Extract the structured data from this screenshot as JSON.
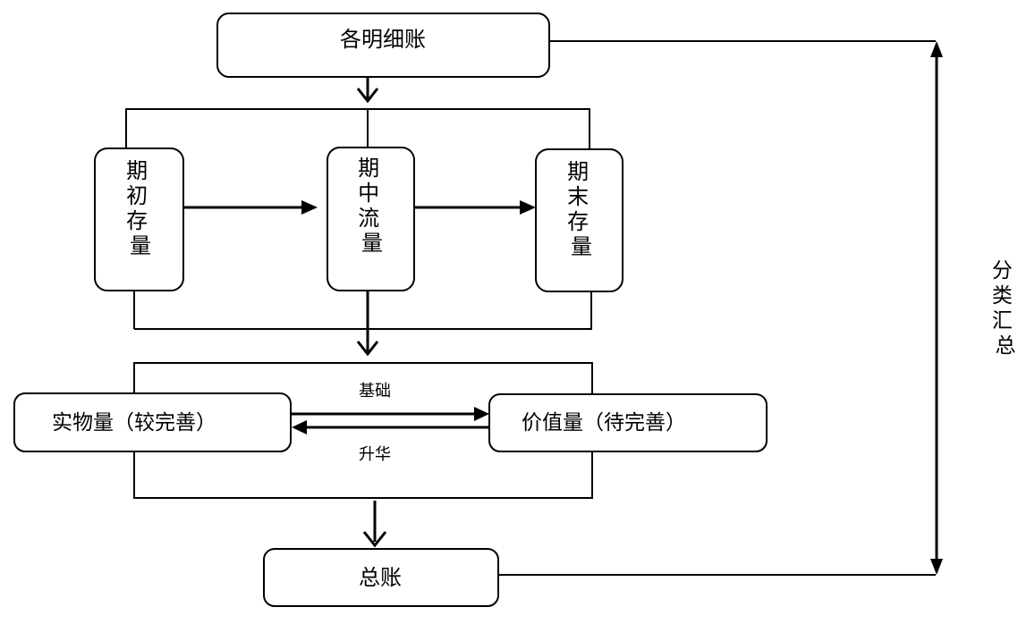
{
  "nodes": {
    "detail_ledgers": "各明细账",
    "opening_stock": [
      "期",
      "初",
      "存",
      "量"
    ],
    "period_flow": [
      "期",
      "中",
      "流",
      "量"
    ],
    "closing_stock": [
      "期",
      "末",
      "存",
      "量"
    ],
    "physical_quantity": "实物量（较完善）",
    "value_quantity": "价值量（待完善）",
    "general_ledger": "总账"
  },
  "edge_labels": {
    "basis": "基础",
    "sublimation": "升华",
    "classified_summary": [
      "分",
      "类",
      "汇",
      "总"
    ]
  }
}
